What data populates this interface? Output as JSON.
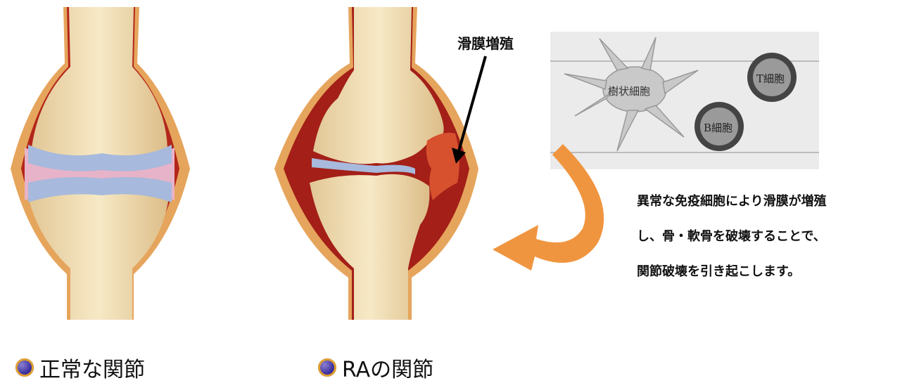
{
  "annotation": {
    "synovium_label": "滑膜増殖"
  },
  "cells": {
    "dendritic": "樹状細胞",
    "t_cell": "T細胞",
    "b_cell": "B細胞"
  },
  "description": {
    "lines": [
      "異常な免疫細胞により滑膜が増殖",
      "し、骨・軟骨を破壊することで、",
      "関節破壊を引き起こします。"
    ]
  },
  "captions": {
    "normal": "正常な関節",
    "ra": "RAの関節"
  },
  "colors": {
    "bone": "#f3e1b6",
    "cartilage": "#a7b9dc",
    "synovium": "#a31f18",
    "inflamed": "#d7512e",
    "arrow": "#f0953f",
    "capsule_outer": "#e6a55c"
  }
}
